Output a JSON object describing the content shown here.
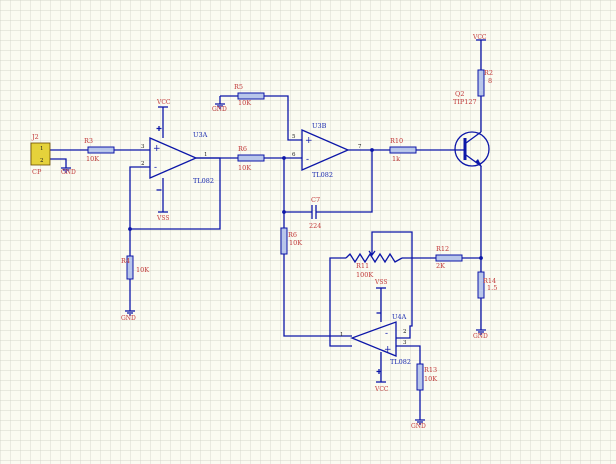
{
  "connector": {
    "ref": "J2",
    "value": "CP",
    "pin1": "1",
    "pin2": "2"
  },
  "power": {
    "vcc": "VCC",
    "vss": "VSS",
    "gnd": "GND"
  },
  "resistors": {
    "r1": {
      "ref": "R3",
      "value": "10K"
    },
    "r4": {
      "ref": "R4",
      "value": "10K"
    },
    "r5": {
      "ref": "R5",
      "value": "10K"
    },
    "r6": {
      "ref": "R6",
      "value": "10K"
    },
    "r8": {
      "ref": "R6",
      "value": "10K"
    },
    "r10": {
      "ref": "R10",
      "value": "1k"
    },
    "r11": {
      "ref": "R11",
      "value": "100K"
    },
    "r12": {
      "ref": "R12",
      "value": "2K"
    },
    "r13": {
      "ref": "R13",
      "value": "10K"
    },
    "r2": {
      "ref": "R2",
      "value": "8"
    },
    "r14": {
      "ref": "R14",
      "value": "1.5"
    }
  },
  "capacitor": {
    "ref": "C7",
    "value": "224"
  },
  "opamps": {
    "u3a": {
      "ref": "U3A",
      "part": "TL082",
      "pin_plus": "3",
      "pin_minus": "2",
      "pin_out": "1"
    },
    "u3b": {
      "ref": "U3B",
      "part": "TL082",
      "pin_plus": "5",
      "pin_minus": "6",
      "pin_out": "7"
    },
    "u4a": {
      "ref": "U4A",
      "part": "TL082",
      "pin_minus": "2",
      "pin_plus": "3",
      "pin_out": "1"
    }
  },
  "transistor": {
    "ref": "Q2",
    "part": "TIP127"
  },
  "symbols": {
    "plus": "+",
    "minus": "-"
  }
}
